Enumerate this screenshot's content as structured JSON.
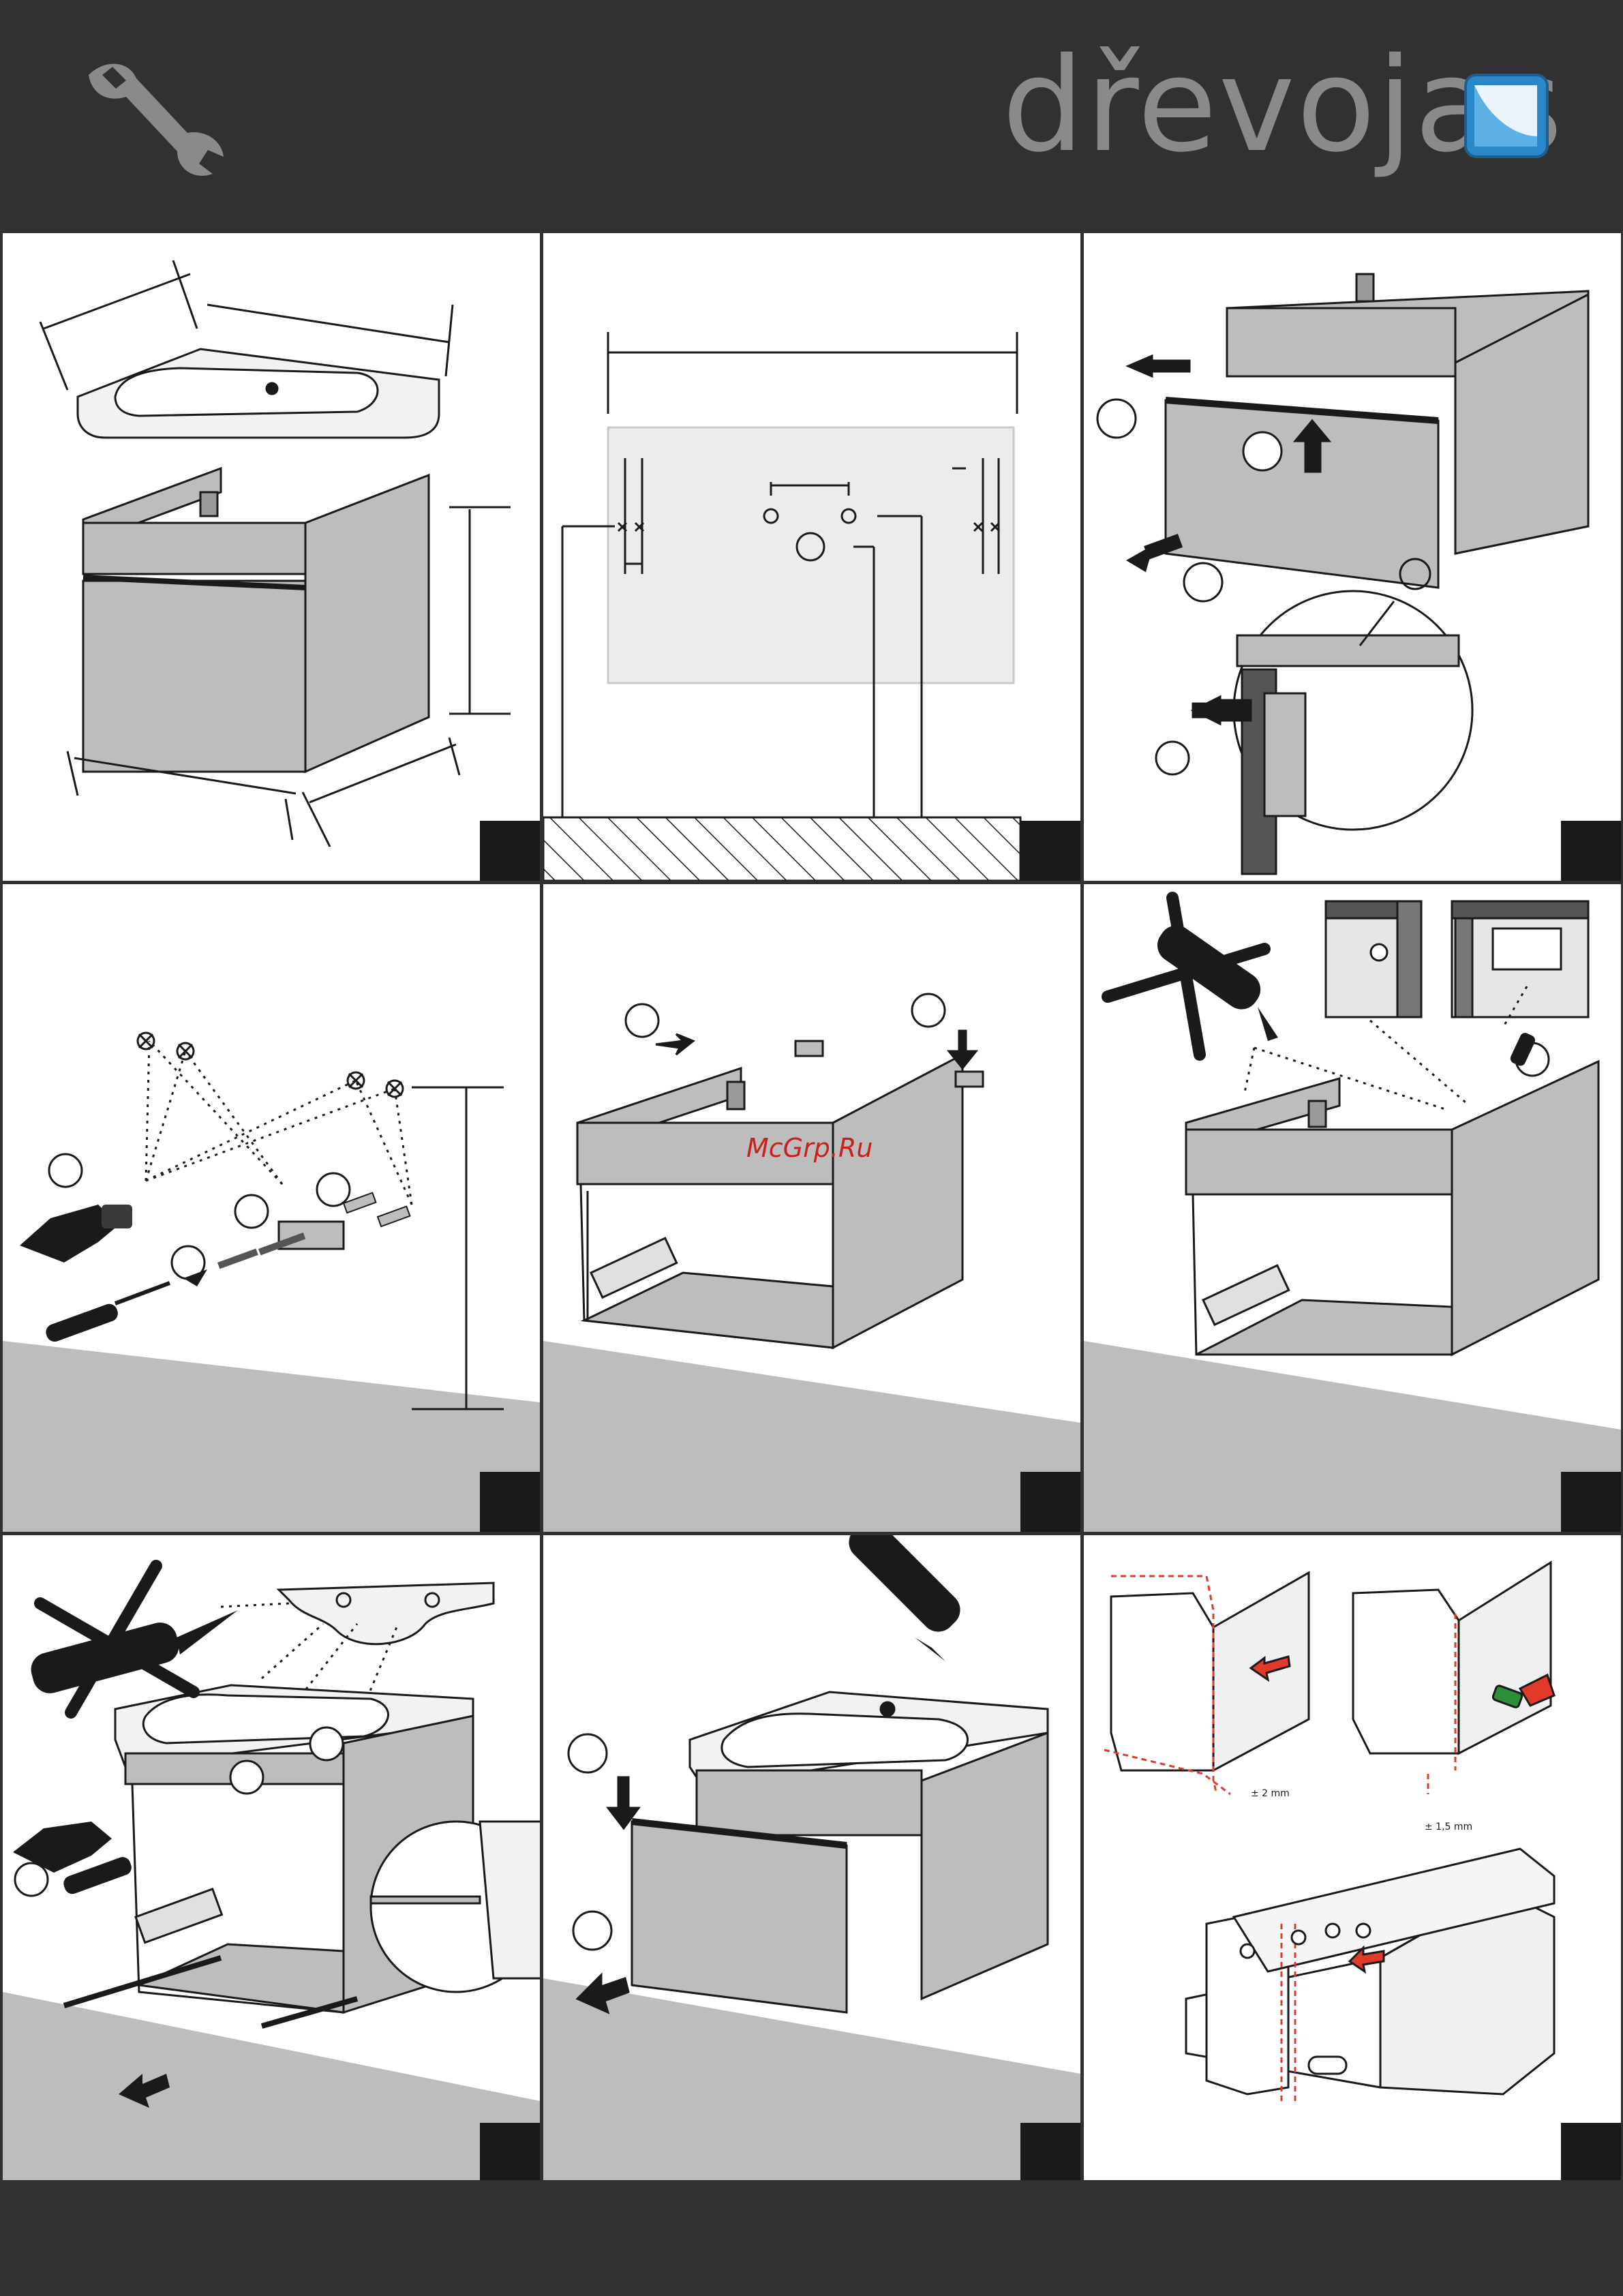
{
  "brand": {
    "name": "dřevojas"
  },
  "watermark": "McGrp.Ru",
  "tolerances": {
    "left": "± 2 mm",
    "right": "± 1,5 mm"
  },
  "colors": {
    "background": "#323031",
    "panel": "#ffffff",
    "cabinet": "#bdbdbd",
    "floor": "#bdbdbd",
    "accent": "#e23a2a",
    "brand_tile": "#2a87c8"
  }
}
